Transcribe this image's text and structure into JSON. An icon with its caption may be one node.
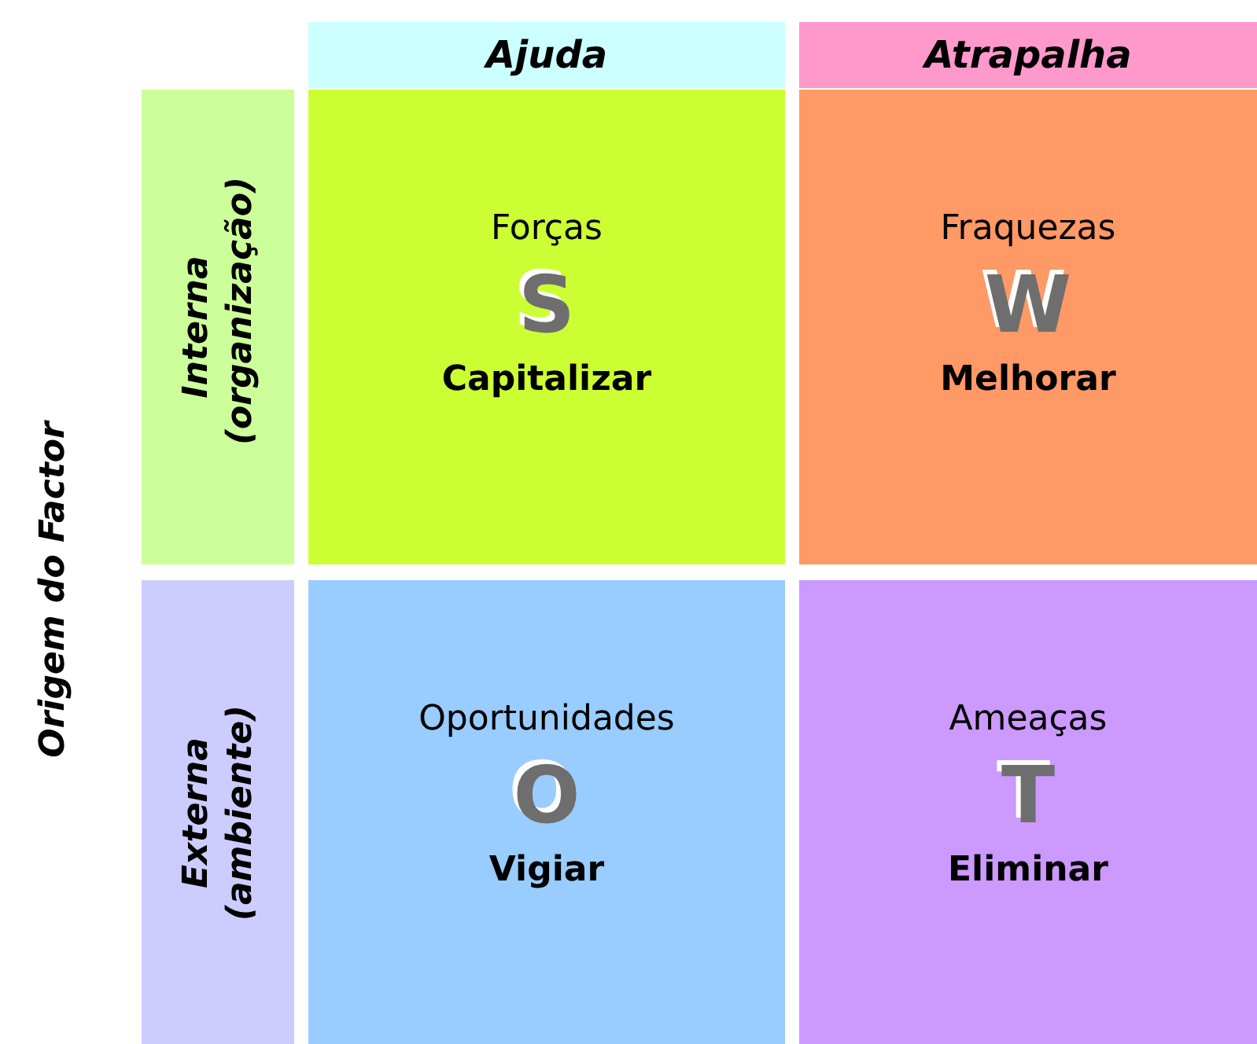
{
  "diagram": {
    "nodes": [
      {
        "text": [
          "Ajuda"
        ]
      },
      {
        "text": [
          "Atrapalha"
        ]
      },
      {
        "text": [
          "Interna (organização)"
        ]
      },
      {
        "text": [
          "Forças",
          "S",
          "Capitalizar"
        ]
      },
      {
        "text": [
          "Fraquezas",
          "W",
          "Melhorar"
        ]
      },
      {
        "text": [
          "Externa (ambiente)"
        ]
      },
      {
        "text": [
          "Oportunidades",
          "O",
          "Vigiar"
        ]
      },
      {
        "text": [
          "Ameaças",
          "T",
          "Eliminar"
        ]
      }
    ],
    "labels": [
      "Origem do Factor"
    ]
  }
}
